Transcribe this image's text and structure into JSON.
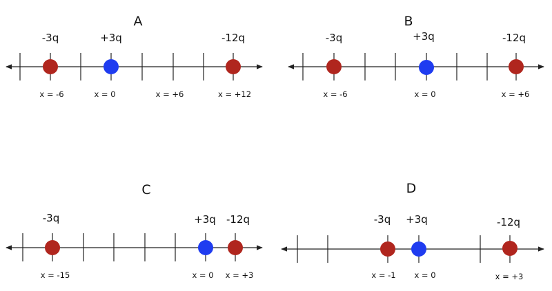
{
  "colors": {
    "negative_charge": "#b0261e",
    "positive_charge": "#1f3cf0",
    "axis": "#222222"
  },
  "panels": [
    {
      "title": "A",
      "charges": [
        {
          "label": "-3q",
          "sign": "negative",
          "position": "x = -6"
        },
        {
          "label": "+3q",
          "sign": "positive",
          "position": "x = 0"
        },
        {
          "label": "-12q",
          "sign": "negative",
          "position": "x = +12"
        }
      ],
      "extra_position_labels": [
        "x = +6"
      ]
    },
    {
      "title": "B",
      "charges": [
        {
          "label": "-3q",
          "sign": "negative",
          "position": "x = -6"
        },
        {
          "label": "+3q",
          "sign": "positive",
          "position": "x = 0"
        },
        {
          "label": "-12q",
          "sign": "negative",
          "position": "x = +6"
        }
      ],
      "extra_position_labels": []
    },
    {
      "title": "C",
      "charges": [
        {
          "label": "-3q",
          "sign": "negative",
          "position": "x = -15"
        },
        {
          "label": "+3q",
          "sign": "positive",
          "position": "x = 0"
        },
        {
          "label": "-12q",
          "sign": "negative",
          "position": "x = +3"
        }
      ],
      "extra_position_labels": []
    },
    {
      "title": "D",
      "charges": [
        {
          "label": "-3q",
          "sign": "negative",
          "position": "x = -1"
        },
        {
          "label": "+3q",
          "sign": "positive",
          "position": "x = 0"
        },
        {
          "label": "-12q",
          "sign": "negative",
          "position": "x = +3"
        }
      ],
      "extra_position_labels": []
    }
  ]
}
